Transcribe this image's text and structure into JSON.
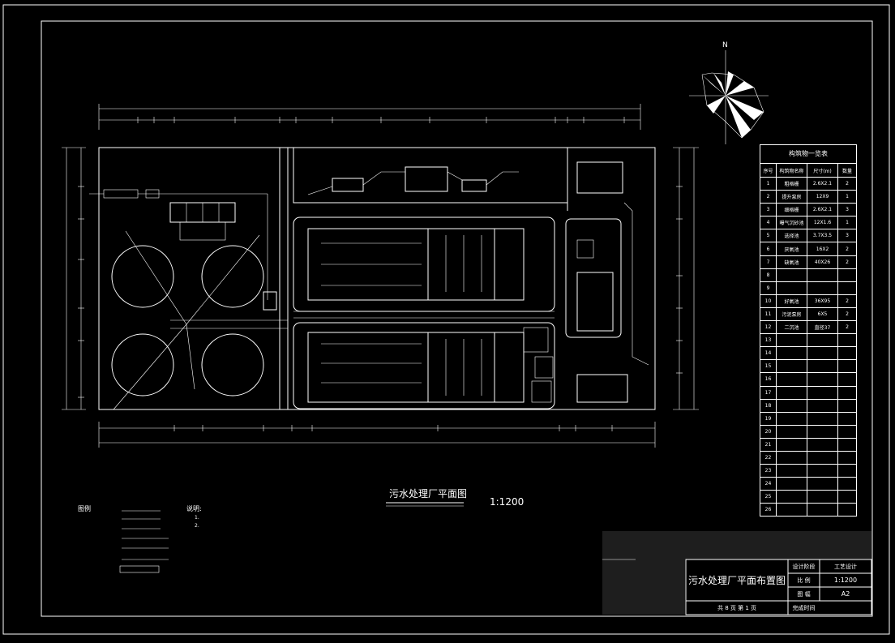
{
  "drawing": {
    "title": "污水处理厂平面图",
    "scale": "1:1200",
    "compass_label": "N"
  },
  "structure_table": {
    "title": "构筑物一览表",
    "headers": [
      "序号",
      "构筑物名称",
      "尺寸(m)",
      "数量"
    ],
    "rows": [
      [
        "1",
        "粗格栅",
        "2.6X2.1",
        "2"
      ],
      [
        "2",
        "提升泵房",
        "12X9",
        "1"
      ],
      [
        "3",
        "细格栅",
        "2.6X2.1",
        "3"
      ],
      [
        "4",
        "曝气沉砂池",
        "12X1.6",
        "1"
      ],
      [
        "5",
        "选择池",
        "3.7X3.5",
        "3"
      ],
      [
        "6",
        "厌氧池",
        "16X2",
        "2"
      ],
      [
        "7",
        "缺氧池",
        "40X26",
        "2"
      ],
      [
        "8",
        "",
        "",
        ""
      ],
      [
        "9",
        "",
        "",
        ""
      ],
      [
        "10",
        "好氧池",
        "36X95",
        "2"
      ],
      [
        "11",
        "污泥泵房",
        "6X5",
        "2"
      ],
      [
        "12",
        "二沉池",
        "直径37",
        "2"
      ],
      [
        "13",
        "",
        "",
        ""
      ],
      [
        "14",
        "",
        "",
        ""
      ],
      [
        "15",
        "",
        "",
        ""
      ],
      [
        "16",
        "",
        "",
        ""
      ],
      [
        "17",
        "",
        "",
        ""
      ],
      [
        "18",
        "",
        "",
        ""
      ],
      [
        "19",
        "",
        "",
        ""
      ],
      [
        "20",
        "",
        "",
        ""
      ],
      [
        "21",
        "",
        "",
        ""
      ],
      [
        "22",
        "",
        "",
        ""
      ],
      [
        "23",
        "",
        "",
        ""
      ],
      [
        "24",
        "",
        "",
        ""
      ],
      [
        "25",
        "",
        "",
        ""
      ],
      [
        "26",
        "",
        "",
        ""
      ]
    ]
  },
  "legend_area": {
    "title": "图例",
    "notes_label": "说明:",
    "note_lines": [
      "1.",
      "2."
    ]
  },
  "title_block": {
    "project": "污水处理厂平面布置图",
    "row1_label": "设计阶段",
    "row1_value": "工艺设计",
    "row2_label": "比 例",
    "row2_value": "1:1200",
    "row3_label": "图 幅",
    "row3_value": "A2",
    "sheet_info": "共 8 页  第 1 页",
    "completion_label": "完成时间"
  }
}
